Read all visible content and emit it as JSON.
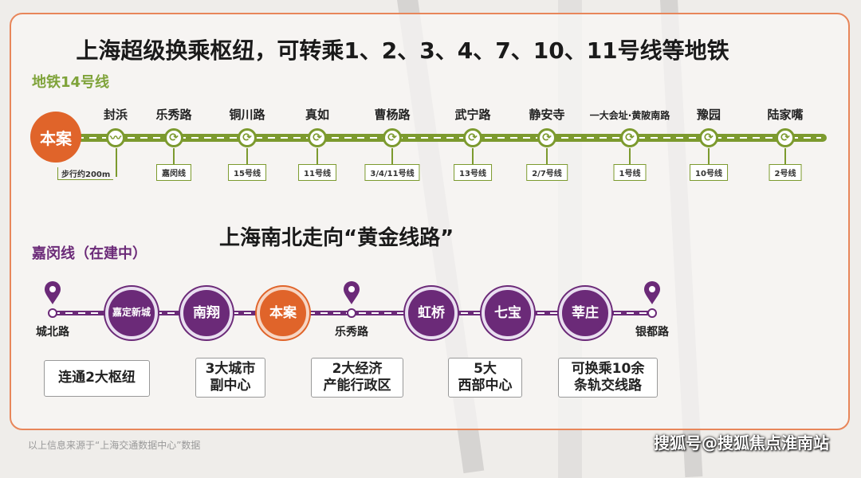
{
  "title": "上海超级换乘枢纽，可转乘1、2、3、4、7、10、11号线等地铁",
  "line14": {
    "label": "地铁14号线",
    "home": "本案",
    "walk": "步行约200m",
    "stations": [
      {
        "name": "封浜",
        "transfer": ""
      },
      {
        "name": "乐秀路",
        "transfer": "嘉闵线"
      },
      {
        "name": "铜川路",
        "transfer": "15号线"
      },
      {
        "name": "真如",
        "transfer": "11号线"
      },
      {
        "name": "曹杨路",
        "transfer": "3/4/11号线"
      },
      {
        "name": "武宁路",
        "transfer": "13号线"
      },
      {
        "name": "静安寺",
        "transfer": "2/7号线"
      },
      {
        "name": "一大会址·黄陂南路",
        "transfer": "1号线"
      },
      {
        "name": "豫园",
        "transfer": "10号线"
      },
      {
        "name": "陆家嘴",
        "transfer": "2号线"
      }
    ]
  },
  "subtitle": "上海南北走向“黄金线路”",
  "jiamin": {
    "label": "嘉闵线（在建中）",
    "stations": [
      {
        "name": "城北路",
        "type": "pin"
      },
      {
        "name": "嘉定新城",
        "type": "circle"
      },
      {
        "name": "南翔",
        "type": "circle"
      },
      {
        "name": "本案",
        "type": "home"
      },
      {
        "name": "乐秀路",
        "type": "pin"
      },
      {
        "name": "虹桥",
        "type": "circle"
      },
      {
        "name": "七宝",
        "type": "circle"
      },
      {
        "name": "莘庄",
        "type": "circle"
      },
      {
        "name": "银都路",
        "type": "pin"
      }
    ],
    "features": [
      "连通2大枢纽",
      "3大城市\n副中心",
      "2大经济\n产能行政区",
      "5大\n西部中心",
      "可换乘10余\n条轨交线路"
    ]
  },
  "footer": "以上信息来源于“上海交通数据中心”数据",
  "watermark": "搜狐号@搜狐焦点淮南站",
  "colors": {
    "green": "#7c9a2e",
    "purple": "#6b2a78",
    "orange": "#e0642a",
    "border": "#e8865a"
  }
}
